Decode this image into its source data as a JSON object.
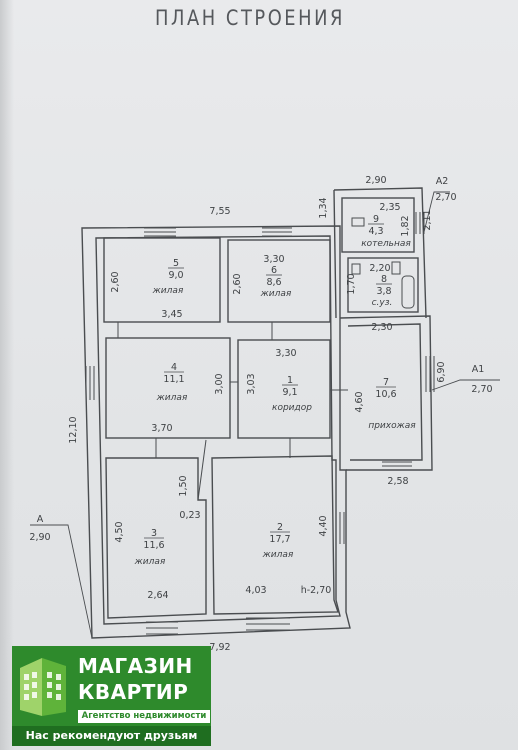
{
  "title": "ПЛАН СТРОЕНИЯ",
  "rooms": [
    {
      "number": "5",
      "area": "9,0",
      "label": "жилая"
    },
    {
      "number": "6",
      "area": "8,6",
      "label": "жилая"
    },
    {
      "number": "9",
      "area": "4,3",
      "label": "котельная"
    },
    {
      "number": "8",
      "area": "3,8",
      "label": "с.уз."
    },
    {
      "number": "4",
      "area": "11,1",
      "label": "жилая"
    },
    {
      "number": "1",
      "area": "9,1",
      "label": "коридор"
    },
    {
      "number": "7",
      "area": "10,6",
      "label": "прихожая"
    },
    {
      "number": "3",
      "area": "11,6",
      "label": "жилая"
    },
    {
      "number": "2",
      "area": "17,7",
      "label": "жилая"
    }
  ],
  "dimensions": {
    "total_width_top": "7,55",
    "total_width_bottom": "7,92",
    "height_left": "12,10",
    "r5_width": "3,45",
    "r5_height": "2,60",
    "r6_width": "3,30",
    "r6_height": "2,60",
    "r9_outer_width": "2,90",
    "r9_inner_width": "2,35",
    "r9_height": "1,82",
    "r9_left": "1,34",
    "bath_width": "2,20",
    "bath_height": "1,70",
    "r7_top_width": "2,30",
    "r7_right_height": "6,90",
    "r7_left_height": "4,60",
    "r7_bottom_width": "2,58",
    "r4_height": "3,00",
    "r4_width": "3,70",
    "corr_width": "3,30",
    "corr_height": "3,03",
    "r3_height": "4,50",
    "r3_width": "2,64",
    "r3_notch_h": "1,50",
    "r3_notch_w": "0,23",
    "r2_height": "4,40",
    "r2_width": "4,03",
    "ceiling": "h-2,70",
    "door_small": "2,11"
  },
  "sections": {
    "a_label": "A",
    "a_height": "2,90",
    "a1_label": "A1",
    "a1_height": "2,70",
    "a2_label": "A2",
    "a2_height": "2,70"
  },
  "logo": {
    "line1": "МАГАЗИН",
    "line2": "КВАРТИР",
    "sub": "Агентство недвижимости",
    "slogan": "Нас рекомендуют друзьям",
    "brand_color": "#2e8a2c"
  }
}
